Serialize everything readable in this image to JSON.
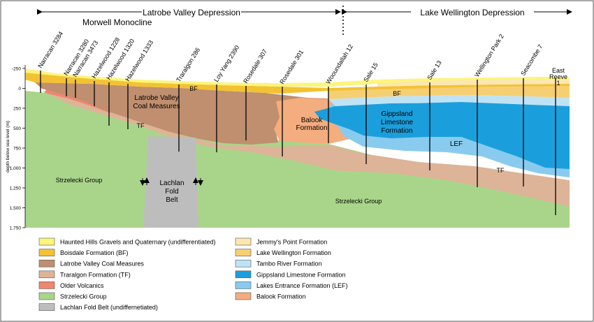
{
  "header": {
    "left_depression": "Latrobe Valley Depression",
    "right_depression": "Lake Wellington  Depression",
    "subheading": "Morwell Monocline"
  },
  "axis": {
    "label": "depth below sea level (m)",
    "ticks": [
      "-250",
      "0",
      "250",
      "500",
      "750",
      "1,000",
      "1,250",
      "1,500",
      "1,750"
    ]
  },
  "wells": [
    "Narracan 3284",
    "Narracan 3280",
    "Narracan 3473",
    "Hazelwood 1228",
    "Hazelwood 1320",
    "Hazelwood 1333",
    "Traralgon 286",
    "Loy Yang 2390",
    "Rosedale 307",
    "Rosedale 301",
    "Wooundallah 12",
    "Sale 15",
    "Sale 13",
    "Wellington Park 2",
    "Seacombe 7",
    "East Reeve 1"
  ],
  "labels": {
    "bf_left": "BF",
    "bf_right": "BF",
    "lvcm_1": "Latrobe Valley",
    "lvcm_2": "Coal Measures",
    "tf_left": "TF",
    "tf_right": "TF",
    "balook_1": "Balook",
    "balook_2": "Formation",
    "gipps_1": "Gippsland",
    "gipps_2": "Limestone",
    "gipps_3": "Formation",
    "lef": "LEF",
    "strz_left": "Strzelecki Group",
    "strz_right": "Strzelecki Group",
    "lachlan_1": "Lachlan",
    "lachlan_2": "Fold",
    "lachlan_3": "Belt"
  },
  "legend": {
    "left": [
      {
        "label": "Haunted Hills Gravels and Quaternary (undifferentiated)",
        "color": "#fdf57c"
      },
      {
        "label": "Boisdale Formation (BF)",
        "color": "#f3c233"
      },
      {
        "label": "Latrobe Valley Coal Measures",
        "color": "#bf8f6f"
      },
      {
        "label": "Traralgon Formation (TF)",
        "color": "#ddb497"
      },
      {
        "label": "Older Volcanics",
        "color": "#ef8670"
      },
      {
        "label": "Strzelecki Group",
        "color": "#a9d58a"
      },
      {
        "label": "Lachlan Fold Belt (undiffernetiated)",
        "color": "#bdbdbd"
      }
    ],
    "right": [
      {
        "label": "Jemmy's Point Formation",
        "color": "#fce7b0"
      },
      {
        "label": "Lake Wellington Formation",
        "color": "#f6cf72"
      },
      {
        "label": "Tambo River Formation",
        "color": "#bfe3f5"
      },
      {
        "label": "Gippsland Limestone Formation",
        "color": "#1a9fdc"
      },
      {
        "label": "Lakes Entrance Formation (LEF)",
        "color": "#89cbee"
      },
      {
        "label": "Balook Formation",
        "color": "#f4ad7e"
      }
    ]
  }
}
